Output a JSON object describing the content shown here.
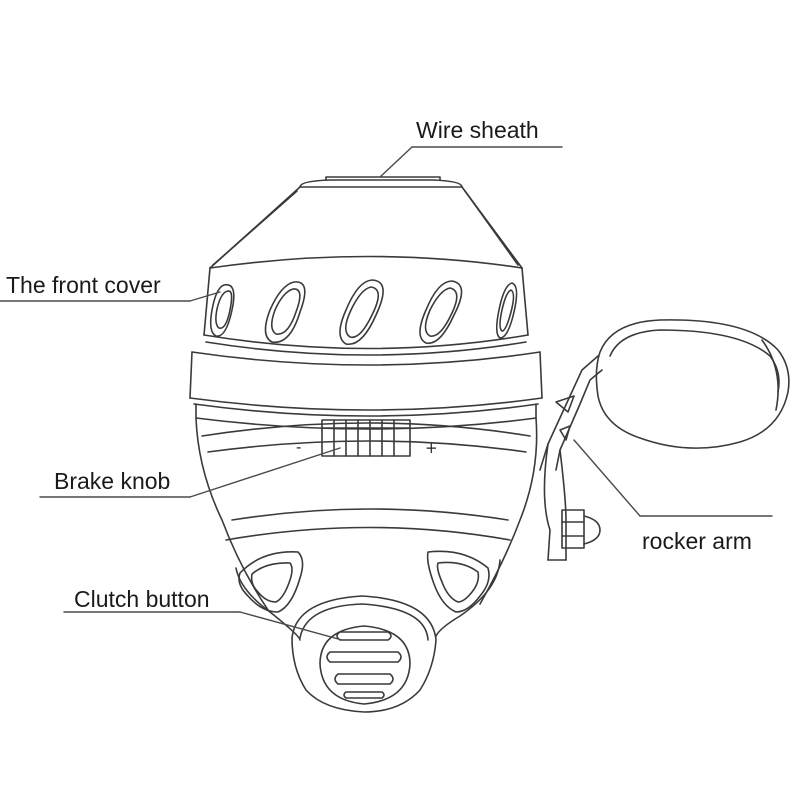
{
  "labels": {
    "wire_sheath": "Wire sheath",
    "front_cover": "The front cover",
    "brake_knob": "Brake knob",
    "clutch_button": "Clutch button",
    "rocker_arm": "rocker arm"
  },
  "knob_symbols": {
    "minus": "-",
    "plus": "+"
  },
  "colors": {
    "line": "#3a3a3a",
    "label_text": "#1a1a1a",
    "background": "#ffffff"
  }
}
